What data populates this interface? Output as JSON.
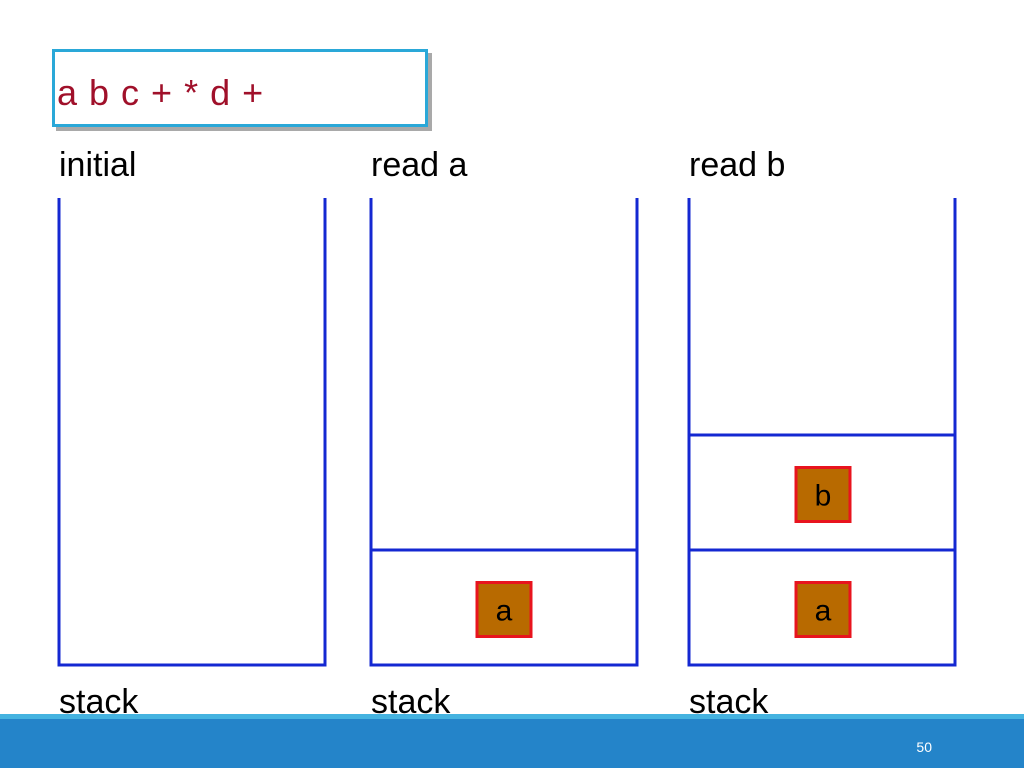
{
  "expression": "a b c + * d +",
  "steps": [
    {
      "caption": "initial",
      "footer_label": "stack",
      "items": []
    },
    {
      "caption": "read a",
      "footer_label": "stack",
      "items": [
        "a"
      ]
    },
    {
      "caption": "read b",
      "footer_label": "stack",
      "items": [
        "a",
        "b"
      ]
    }
  ],
  "colors": {
    "stack_wall": "#1428d2",
    "item_fill": "#b86a00",
    "item_border": "#e8141e",
    "expression_text": "#a0102a",
    "expression_border": "#2aa8d8",
    "footer_bar": "#2484c9"
  },
  "page_number": "50"
}
